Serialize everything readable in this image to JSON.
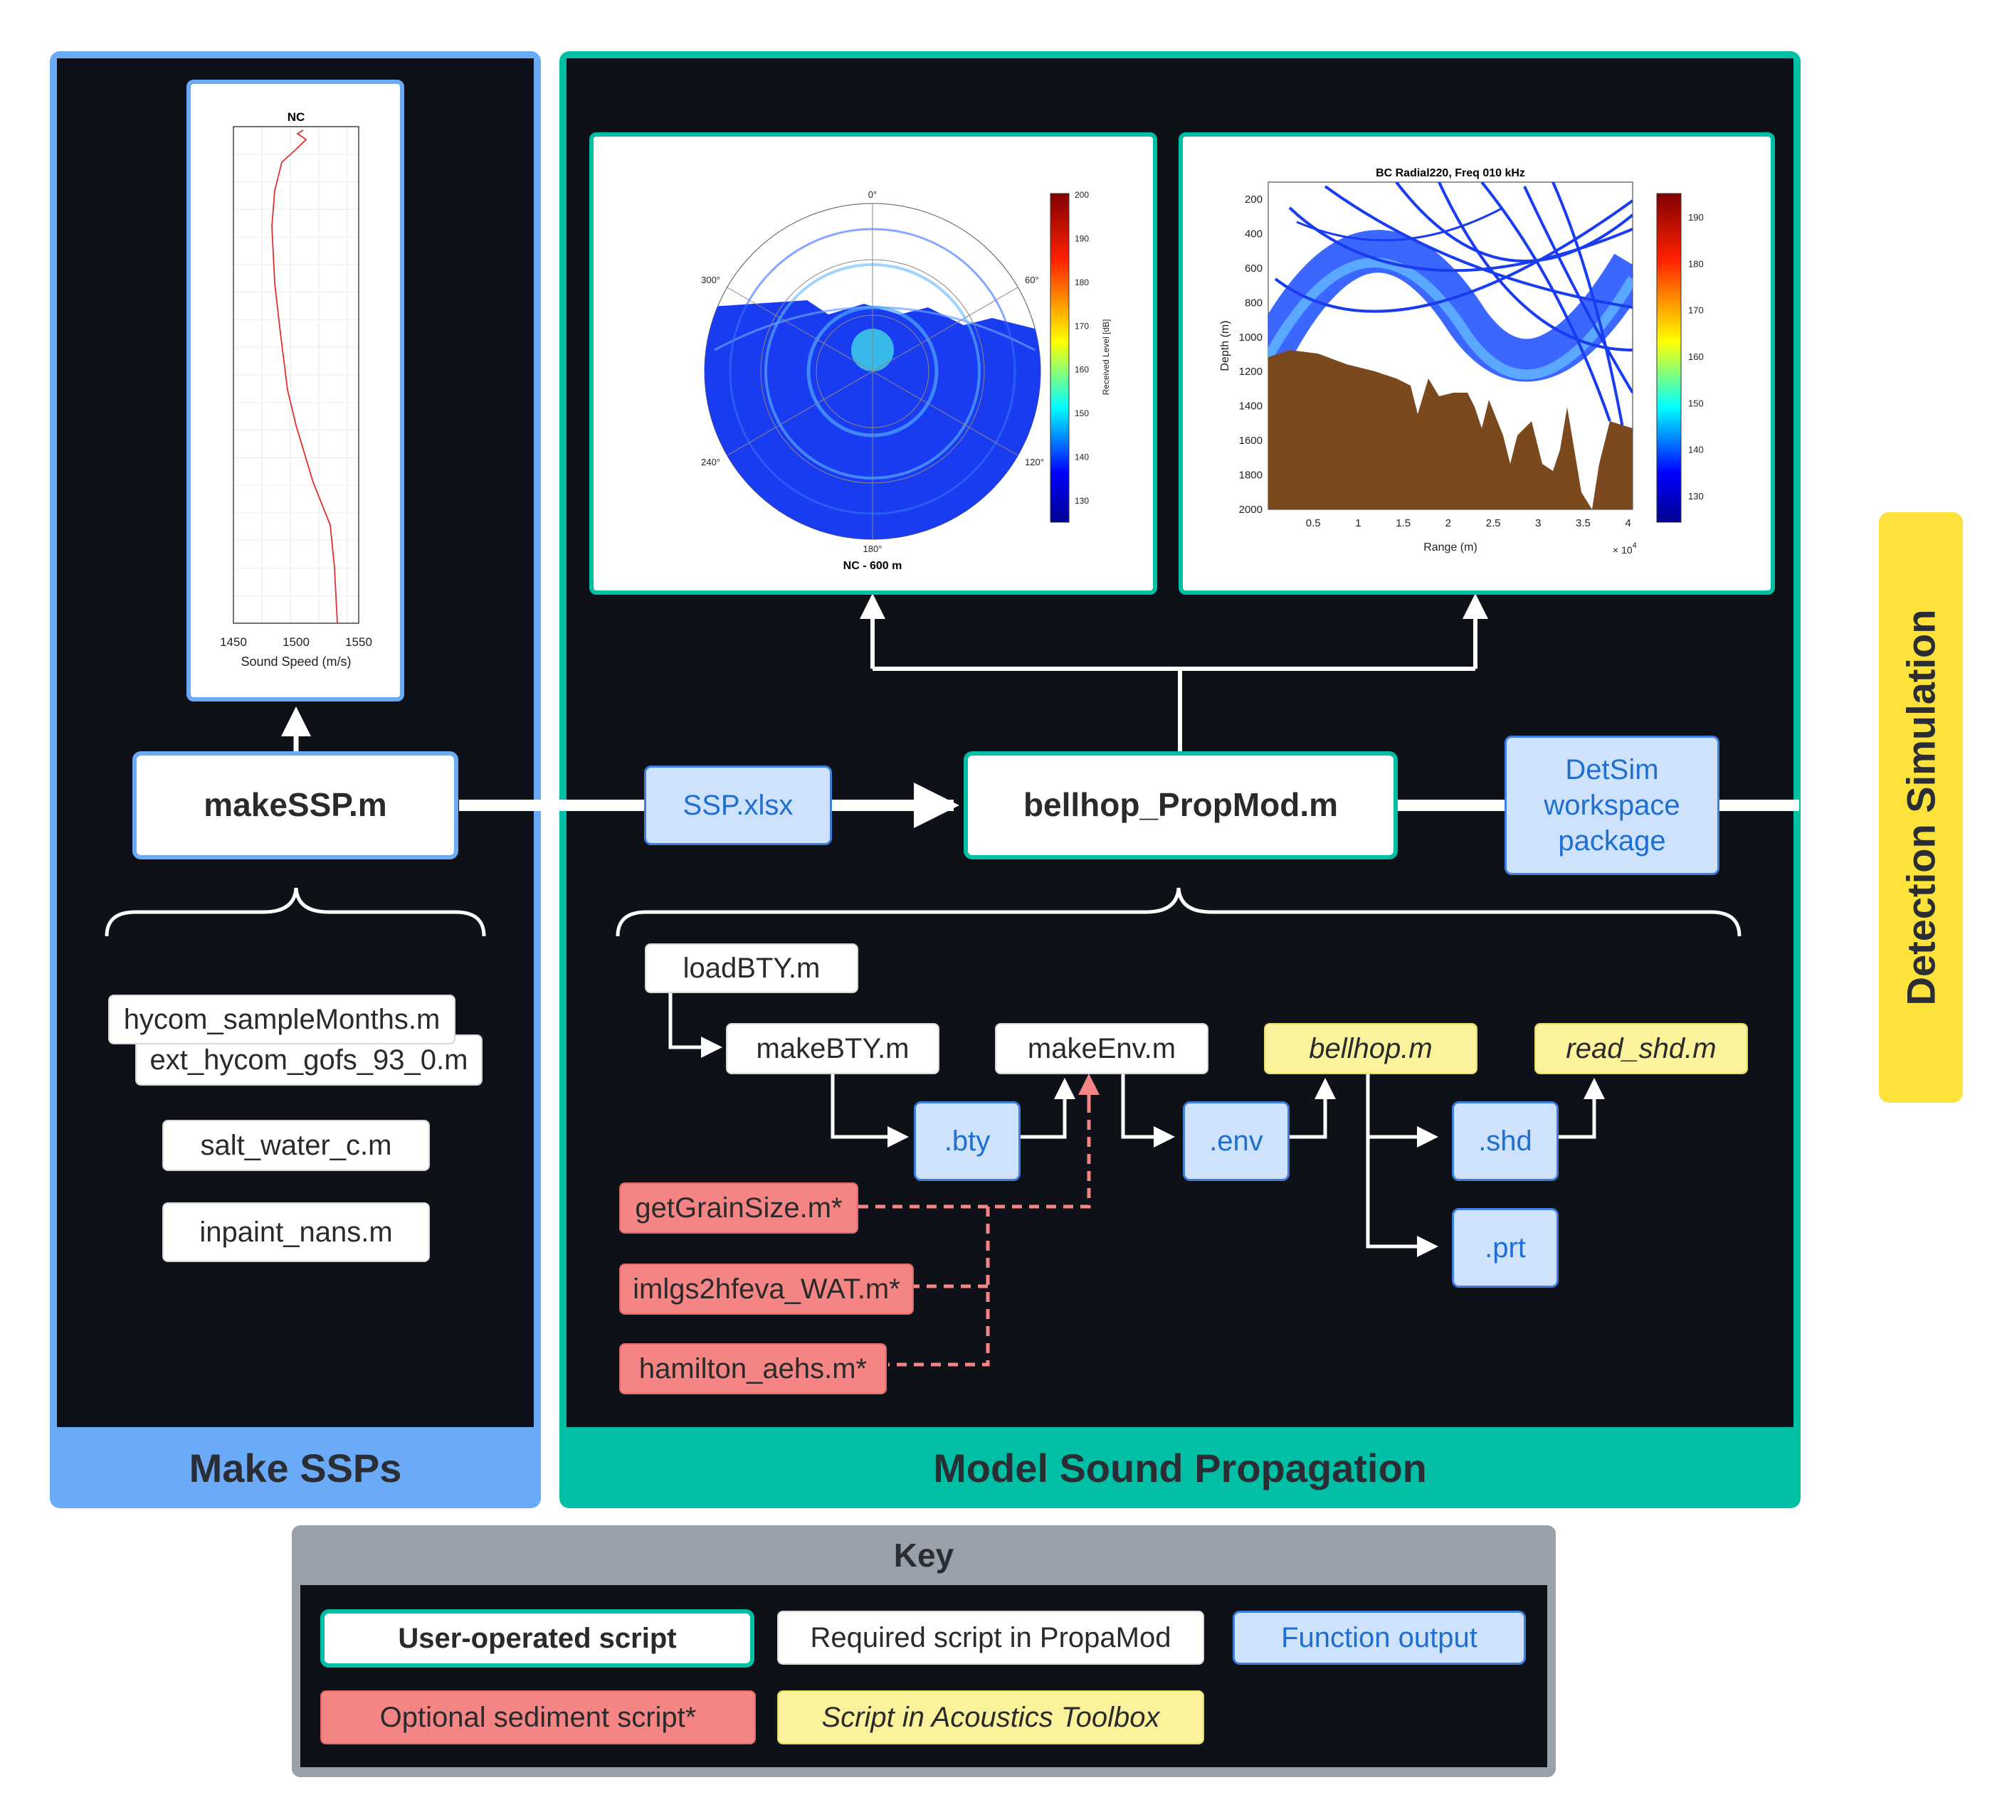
{
  "colors": {
    "panel_blue": "#6aaaf7",
    "panel_teal": "#00bfa5",
    "panel_dark": "#0f1119",
    "function_output": "#cfe2fb",
    "optional_sediment": "#f58484",
    "acoustics_toolbox": "#fbf39b",
    "detection_yellow": "#fde23c",
    "key_gray": "#9aa0aa"
  },
  "make_ssps": {
    "title": "Make SSPs",
    "main_script": "makeSSP.m",
    "scripts": [
      "hycom_sampleMonths.m",
      "ext_hycom_gofs_93_0.m",
      "salt_water_c.m",
      "inpaint_nans.m"
    ],
    "ssp_plot": {
      "title": "NC",
      "xlabel": "Sound Speed (m/s)",
      "xticks": [
        "1450",
        "1500",
        "1550"
      ]
    }
  },
  "model_prop": {
    "title": "Model Sound Propagation",
    "main_script": "bellhop_PropMod.m",
    "ssp_output": "SSP.xlsx",
    "detsim_output": "DetSim workspace package",
    "scripts": {
      "loadbty": "loadBTY.m",
      "makebty": "makeBTY.m",
      "makeenv": "makeEnv.m",
      "bellhop": "bellhop.m",
      "readshd": "read_shd.m"
    },
    "outputs": {
      "bty": ".bty",
      "env": ".env",
      "shd": ".shd",
      "prt": ".prt"
    },
    "sediment_scripts": [
      "getGrainSize.m*",
      "imlgs2hfeva_WAT.m*",
      "hamilton_aehs.m*"
    ],
    "polar_plot": {
      "caption": "NC - 600 m",
      "angles": [
        "0°",
        "60°",
        "120°",
        "180°",
        "240°",
        "300°"
      ],
      "colorbar_label": "Received Level [dB]",
      "colorbar_ticks": [
        "200",
        "190",
        "180",
        "170",
        "160",
        "150",
        "140",
        "130"
      ]
    },
    "section_plot": {
      "title": "BC Radial220, Freq 010 kHz",
      "xlabel": "Range (m)",
      "ylabel": "Depth (m)",
      "xticks": [
        "0.5",
        "1",
        "1.5",
        "2",
        "2.5",
        "3",
        "3.5",
        "4"
      ],
      "yticks": [
        "200",
        "400",
        "600",
        "800",
        "1000",
        "1200",
        "1400",
        "1600",
        "1800",
        "2000"
      ],
      "exponent_base": "× 10",
      "exponent_power": "4",
      "colorbar_ticks": [
        "190",
        "180",
        "170",
        "160",
        "150",
        "140",
        "130"
      ]
    }
  },
  "detection": {
    "title": "Detection Simulation"
  },
  "key": {
    "title": "Key",
    "user_operated": "User-operated script",
    "required": "Required script in PropaMod",
    "function_output": "Function output",
    "optional": "Optional sediment script*",
    "toolbox": "Script in Acoustics Toolbox"
  }
}
